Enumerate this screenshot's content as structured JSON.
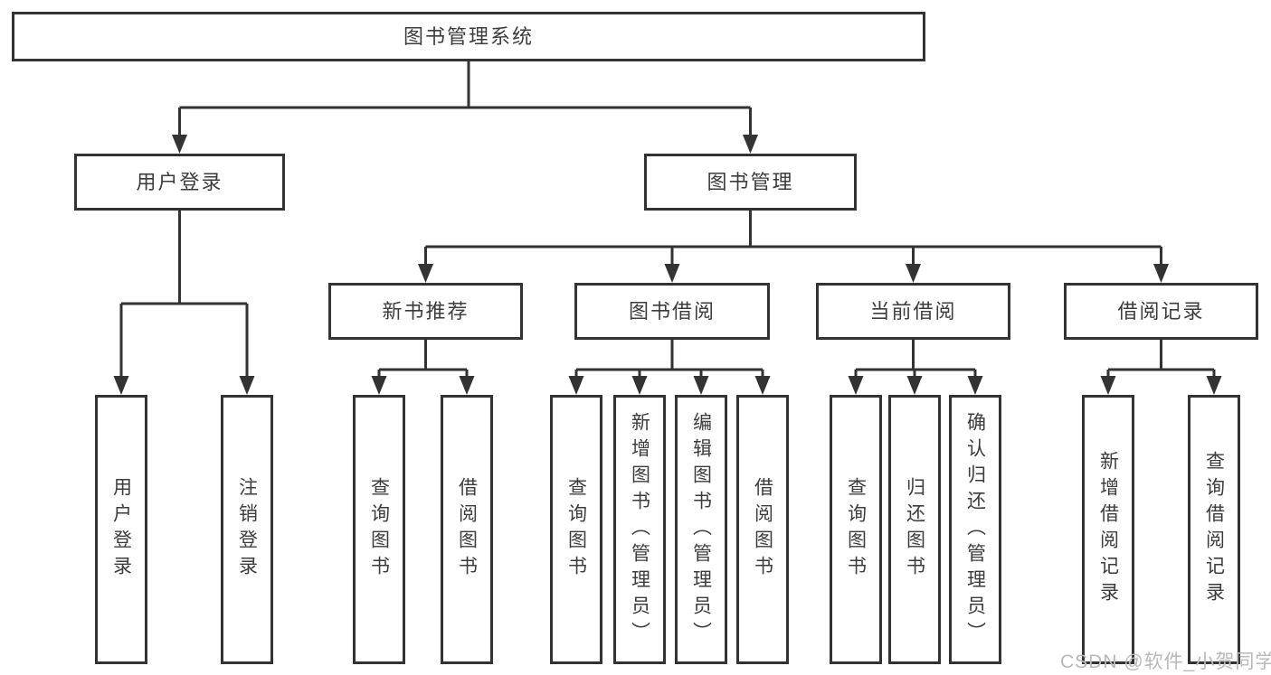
{
  "colors": {
    "line": "#333333",
    "box_border": "#333333",
    "box_background": "#ffffff",
    "label_text": "#3c3c3c",
    "watermark_text": "#b9b9b9",
    "page_background": "#ffffff"
  },
  "watermark": {
    "text": "CSDN @软件_小贺同学"
  },
  "diagram": {
    "root": {
      "label": "图书管理系统"
    },
    "sections": [
      {
        "label": "用户登录",
        "children": [
          {
            "label": "用户登录"
          },
          {
            "label": "注销登录"
          }
        ]
      },
      {
        "label": "图书管理",
        "children": [
          {
            "label": "新书推荐",
            "children": [
              {
                "label": "查询图书"
              },
              {
                "label": "借阅图书"
              }
            ]
          },
          {
            "label": "图书借阅",
            "children": [
              {
                "label": "查询图书"
              },
              {
                "label": "新增图书（管理员）"
              },
              {
                "label": "编辑图书（管理员）"
              },
              {
                "label": "借阅图书"
              }
            ]
          },
          {
            "label": "当前借阅",
            "children": [
              {
                "label": "查询图书"
              },
              {
                "label": "归还图书"
              },
              {
                "label": "确认归还（管理员）"
              }
            ]
          },
          {
            "label": "借阅记录",
            "children": [
              {
                "label": "新增借阅记录"
              },
              {
                "label": "查询借阅记录"
              }
            ]
          }
        ]
      }
    ]
  }
}
